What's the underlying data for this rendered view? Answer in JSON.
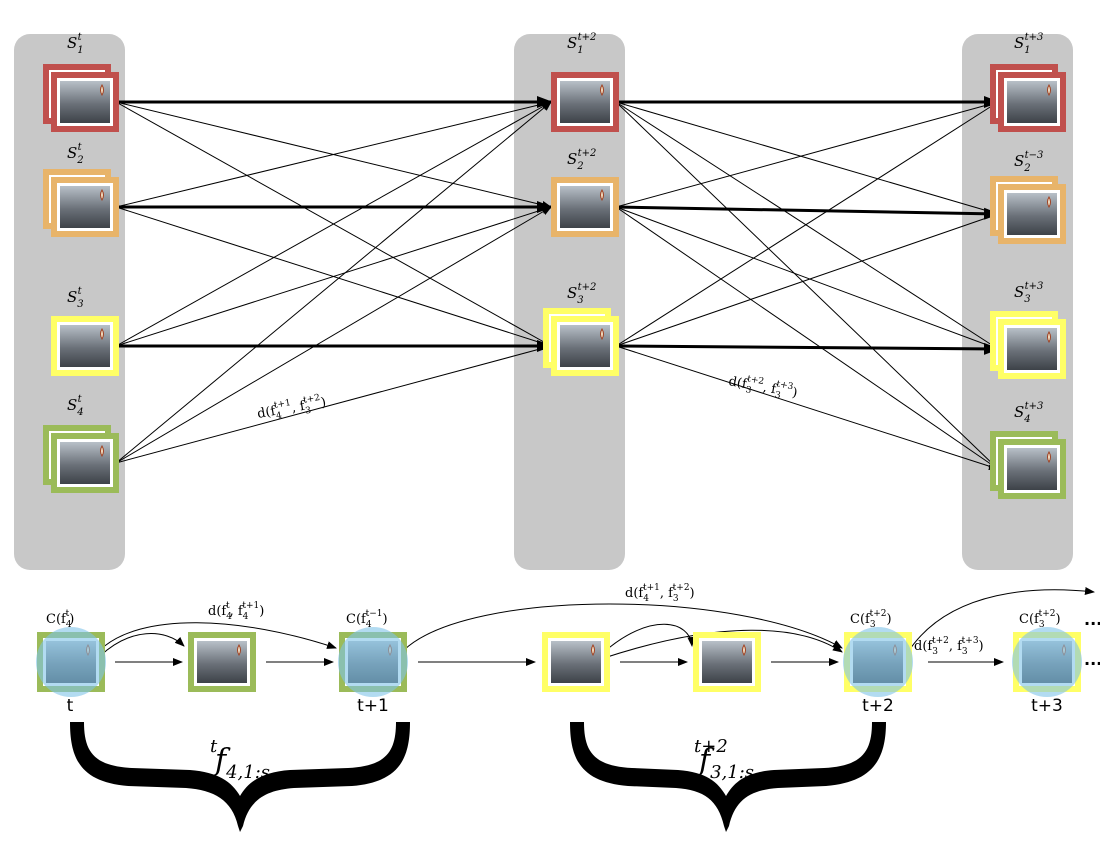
{
  "colors": {
    "column_bg": "#c8c8c8",
    "red": "#c0504d",
    "orange": "#e8b46a",
    "yellow": "#ffff66",
    "green": "#9bbb59",
    "circle": "#7fc3e8",
    "photo_dark": "#4a4f55",
    "photo_light": "#9aa3ab"
  },
  "columns": [
    {
      "id": "t",
      "states": [
        {
          "base": "S",
          "sub": "1",
          "sup": "t",
          "color": "red"
        },
        {
          "base": "S",
          "sub": "2",
          "sup": "t",
          "color": "orange"
        },
        {
          "base": "S",
          "sub": "3",
          "sup": "t",
          "color": "yellow"
        },
        {
          "base": "S",
          "sub": "4",
          "sup": "t",
          "color": "green"
        }
      ]
    },
    {
      "id": "t+2",
      "states": [
        {
          "base": "S",
          "sub": "1",
          "sup": "t+2",
          "color": "red"
        },
        {
          "base": "S",
          "sub": "2",
          "sup": "t+2",
          "color": "orange"
        },
        {
          "base": "S",
          "sub": "3",
          "sup": "t+2",
          "color": "yellow"
        }
      ]
    },
    {
      "id": "t+3",
      "states": [
        {
          "base": "S",
          "sub": "1",
          "sup": "t+3",
          "color": "red"
        },
        {
          "base": "S",
          "sub": "2",
          "sup": "t−3",
          "color": "orange"
        },
        {
          "base": "S",
          "sub": "3",
          "sup": "t+3",
          "color": "yellow"
        },
        {
          "base": "S",
          "sub": "4",
          "sup": "t+3",
          "color": "green"
        }
      ]
    }
  ],
  "edge_labels": {
    "left": {
      "text": "d(f",
      "a_sub": "4",
      "a_sup": "t+1",
      "b_sub": "3",
      "b_sup": "t+2"
    },
    "right": {
      "text": "d(f",
      "a_sub": "3",
      "a_sup": "t+2",
      "b_sub": "3",
      "b_sup": "t+3"
    }
  },
  "timeline": {
    "cost_labels": [
      {
        "text": "C(f",
        "sub": "4",
        "sup": "t"
      },
      {
        "text": "C(f",
        "sub": "4",
        "sup": "t−1"
      },
      {
        "text": "C(f",
        "sub": "3",
        "sup": "t+2"
      },
      {
        "text": "C(f",
        "sub": "3",
        "sup": "t+2"
      }
    ],
    "distance_labels": [
      {
        "text": "d(f",
        "a_sub": "4",
        "a_sup": "t",
        "b_sub": "4",
        "b_sup": "t+1"
      },
      {
        "text": "d(f",
        "a_sub": "4",
        "a_sup": "t+1",
        "b_sub": "3",
        "b_sup": "t+2"
      },
      {
        "text": "d(f",
        "a_sub": "3",
        "a_sup": "t+2",
        "b_sub": "3",
        "b_sup": "t+3"
      }
    ],
    "time_labels": [
      "t",
      "t+1",
      "t+2",
      "t+3"
    ],
    "ellipsis": "...",
    "brace_labels": [
      {
        "base": "f",
        "sub": "4,1:s",
        "sup": "t"
      },
      {
        "base": "f",
        "sub": "3,1:s",
        "sup": "t+2"
      }
    ]
  }
}
